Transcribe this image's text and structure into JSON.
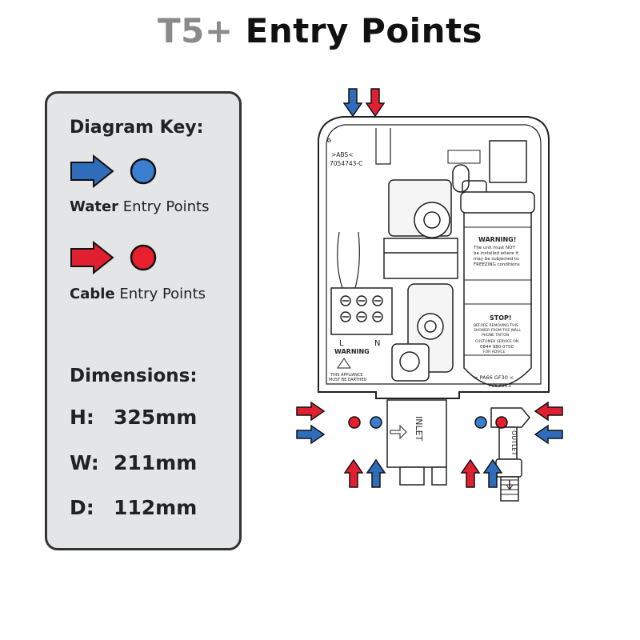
{
  "title": {
    "model": "T5+",
    "rest": "Entry Points"
  },
  "key": {
    "heading": "Diagram Key:",
    "water_bold": "Water",
    "water_rest": " Entry Points",
    "cable_bold": "Cable",
    "cable_rest": " Entry Points"
  },
  "dimensions": {
    "heading": "Dimensions:",
    "items": [
      {
        "key": "H:",
        "value": "325mm"
      },
      {
        "key": "W:",
        "value": "211mm"
      },
      {
        "key": "D:",
        "value": "112mm"
      }
    ]
  },
  "diagram_labels": {
    "abs": ">ABS<",
    "part_top": "7054743-C",
    "warning1_title": "WARNING!",
    "warning1_l1": "The unit must NOT",
    "warning1_l2": "be installed where it",
    "warning1_l3": "may be subjected to",
    "warning1_l4": "FREEZING conditions",
    "stop_title": "STOP!",
    "stop_l1": "BEFORE REMOVING THIS",
    "stop_l2": "SHOWER FROM THE WALL",
    "stop_l3": "PHONE TRITON",
    "stop_l4": "CUSTOMER SERVICE ON",
    "stop_l5": "0844 980 0750",
    "stop_l6": "FOR ADVICE",
    "pa": "> PA66 GF30 <",
    "part_tank": "7053913",
    "warning2": "WARNING",
    "warning2_l1": "THIS APPLIANCE",
    "warning2_l2": "MUST BE EARTHED",
    "term_l": "L",
    "term_n": "N",
    "inlet": "INLET",
    "outlet": "OUTLET"
  },
  "colors": {
    "water": "#2f6dbb",
    "cable": "#e02030",
    "panel": "#e4e5e7",
    "title_model": "#8a8a8a"
  }
}
